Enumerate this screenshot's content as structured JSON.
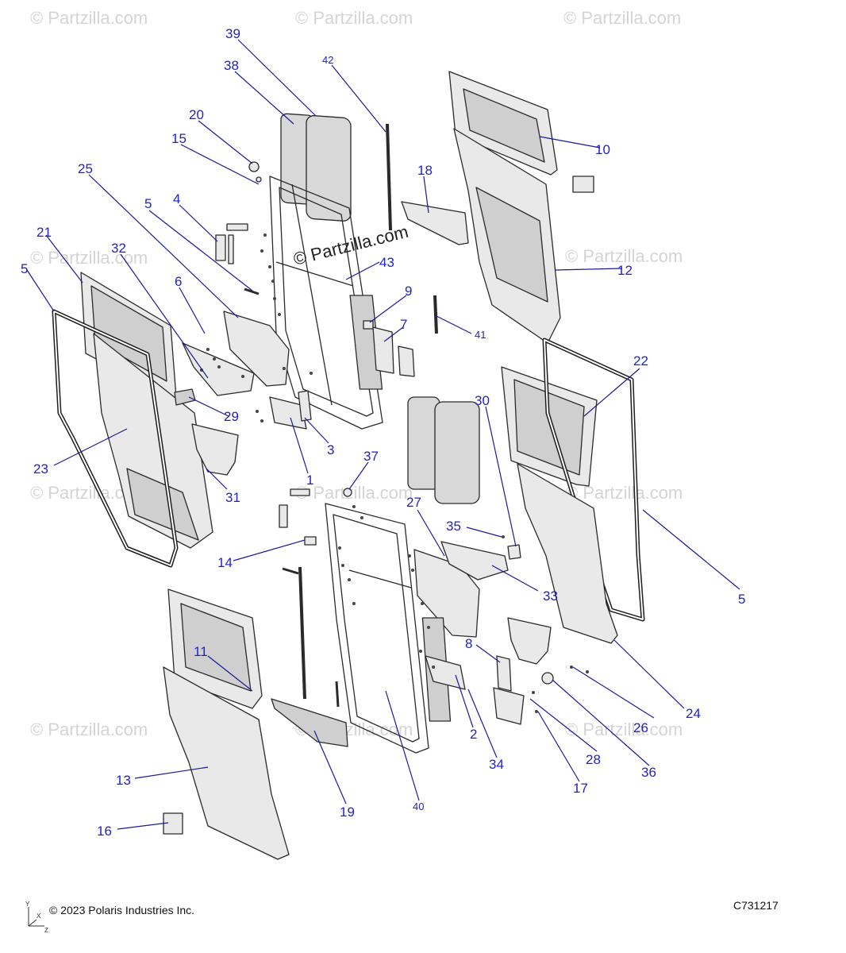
{
  "watermark": {
    "text": "© Partzilla.com",
    "center_text": "© Partzilla.com"
  },
  "copyright": "© 2023 Polaris Industries Inc.",
  "figure_id": "C731217",
  "axes": {
    "y": "Y",
    "x": "X",
    "z": "Z"
  },
  "callouts": {
    "c1": "1",
    "c2": "2",
    "c3": "3",
    "c4": "4",
    "c5a": "5",
    "c5b": "5",
    "c5c": "5",
    "c6": "6",
    "c7": "7",
    "c8": "8",
    "c9": "9",
    "c10": "10",
    "c11": "11",
    "c12": "12",
    "c13": "13",
    "c14": "14",
    "c15": "15",
    "c16": "16",
    "c17": "17",
    "c18": "18",
    "c19": "19",
    "c20": "20",
    "c21": "21",
    "c22": "22",
    "c23": "23",
    "c24": "24",
    "c25": "25",
    "c26": "26",
    "c27": "27",
    "c28": "28",
    "c29": "29",
    "c30": "30",
    "c31": "31",
    "c32": "32",
    "c33": "33",
    "c34": "34",
    "c35": "35",
    "c36": "36",
    "c37": "37",
    "c38": "38",
    "c39": "39",
    "c40": "40",
    "c41": "41",
    "c42": "42",
    "c43": "43"
  }
}
